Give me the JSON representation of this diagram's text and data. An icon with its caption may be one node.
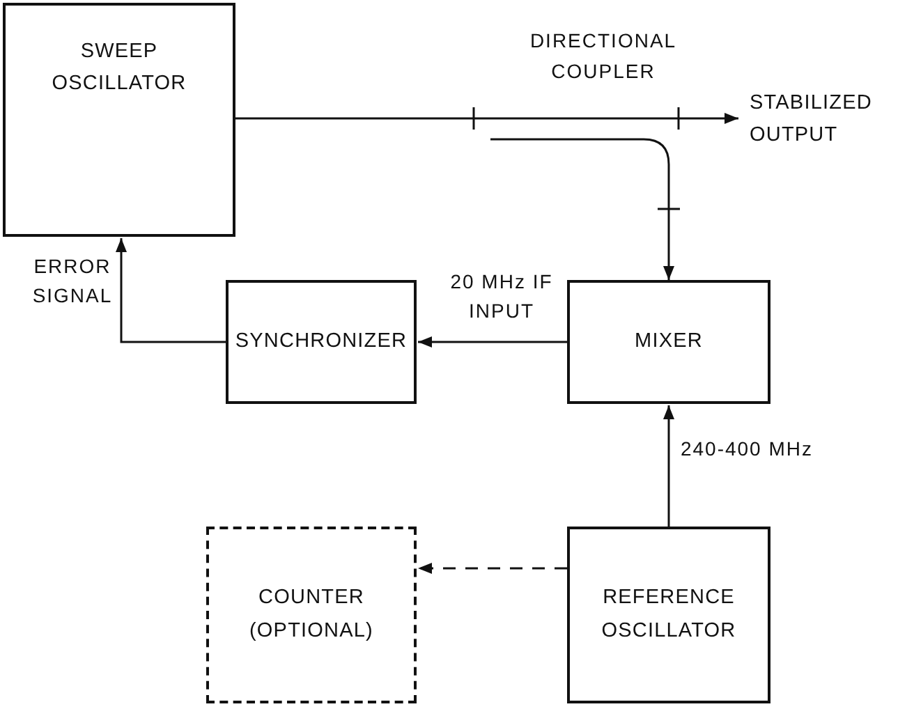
{
  "diagram": {
    "nodes": [
      {
        "text": [
          "SWEEP OSCILLATOR"
        ]
      },
      {
        "text": [
          "STABILIZED OUTPUT"
        ]
      },
      {
        "text": [
          "SYNCHRONIZER"
        ]
      },
      {
        "text": [
          "MIXER"
        ]
      },
      {
        "text": [
          "COUNTER (OPTIONAL)"
        ]
      },
      {
        "text": [
          "REFERENCE OSCILLATOR"
        ]
      }
    ],
    "edges": [
      {
        "from": 0,
        "to": 1,
        "arrow": "to"
      },
      {
        "from": null,
        "to": 3,
        "arrow": "to"
      },
      {
        "from": 2,
        "to": 0,
        "arrow": "to",
        "label": "ERROR SIGNAL"
      },
      {
        "from": 3,
        "to": 2,
        "arrow": "to",
        "label": "20 MHz IF INPUT"
      },
      {
        "from": 5,
        "to": 3,
        "arrow": "to",
        "label": "240-400 MHz"
      },
      {
        "from": 5,
        "to": 4,
        "arrow": "to",
        "style": "dashed"
      }
    ],
    "labels": [
      "DIRECTIONAL COUPLER"
    ]
  }
}
